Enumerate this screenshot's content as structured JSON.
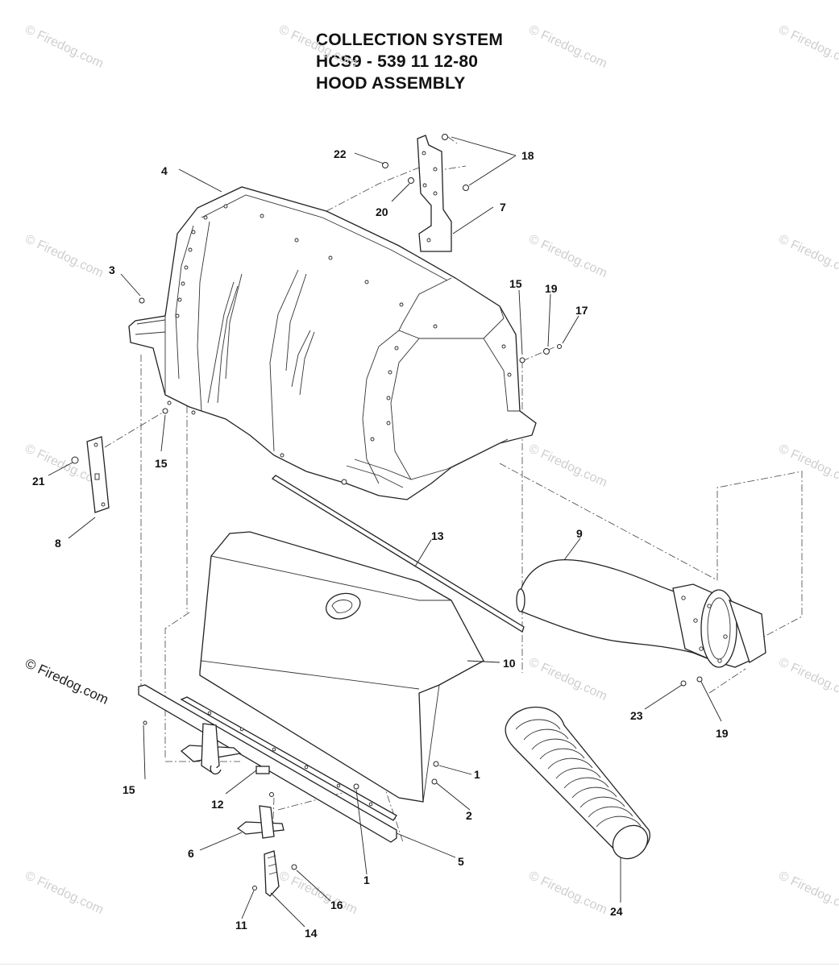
{
  "title": {
    "line1": "COLLECTION SYSTEM",
    "line2": "HCS9 - 539 11 12-80",
    "line3": "HOOD ASSEMBLY"
  },
  "watermark": "© Firedog.com",
  "callouts": {
    "c1a": "1",
    "c1b": "1",
    "c2": "2",
    "c3": "3",
    "c4": "4",
    "c5": "5",
    "c6": "6",
    "c7": "7",
    "c8": "8",
    "c9": "9",
    "c10": "10",
    "c11": "11",
    "c12": "12",
    "c13": "13",
    "c14": "14",
    "c15a": "15",
    "c15b": "15",
    "c15c": "15",
    "c16": "16",
    "c17": "17",
    "c18": "18",
    "c19a": "19",
    "c19b": "19",
    "c20": "20",
    "c21": "21",
    "c22": "22",
    "c23": "23",
    "c24": "24"
  }
}
